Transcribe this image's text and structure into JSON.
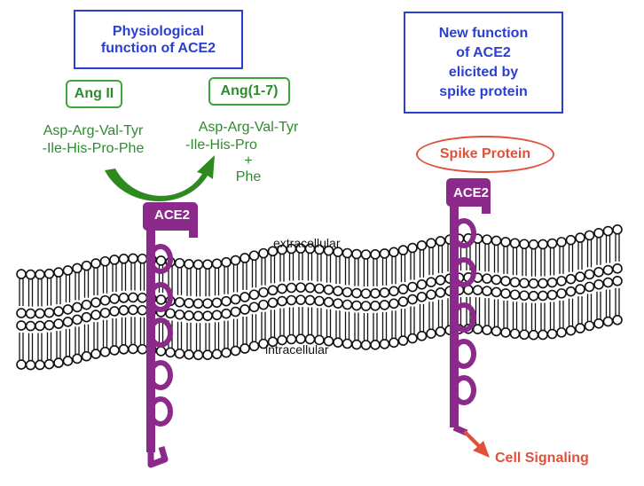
{
  "left_box": {
    "line1": "Physiological",
    "line2": "function of ACE2"
  },
  "right_box": {
    "line1": "New function",
    "line2": "of ACE2",
    "line3": "elicited by",
    "line4": "spike protein"
  },
  "ang2": {
    "label": "Ang II",
    "seq1": "Asp-Arg-Val-Tyr",
    "seq2": "-Ile-His-Pro-Phe"
  },
  "ang17": {
    "label": "Ang(1-7)",
    "seq1": "Asp-Arg-Val-Tyr",
    "seq2": "-Ile-His-Pro",
    "plus": "+",
    "phe": "Phe"
  },
  "ace2_left": "ACE2",
  "ace2_right": "ACE2",
  "spike_protein": "Spike Protein",
  "extracellular": "extracellular",
  "intracellular": "intracellular",
  "cell_signaling": "Cell Signaling",
  "colors": {
    "protein": "#8b2a8b",
    "box_blue": "#2a3fd1",
    "peptide_green": "#2e8b2e",
    "arrow_green": "#2e8a1f",
    "spike_red": "#e0503a",
    "lipid": "#111111"
  }
}
